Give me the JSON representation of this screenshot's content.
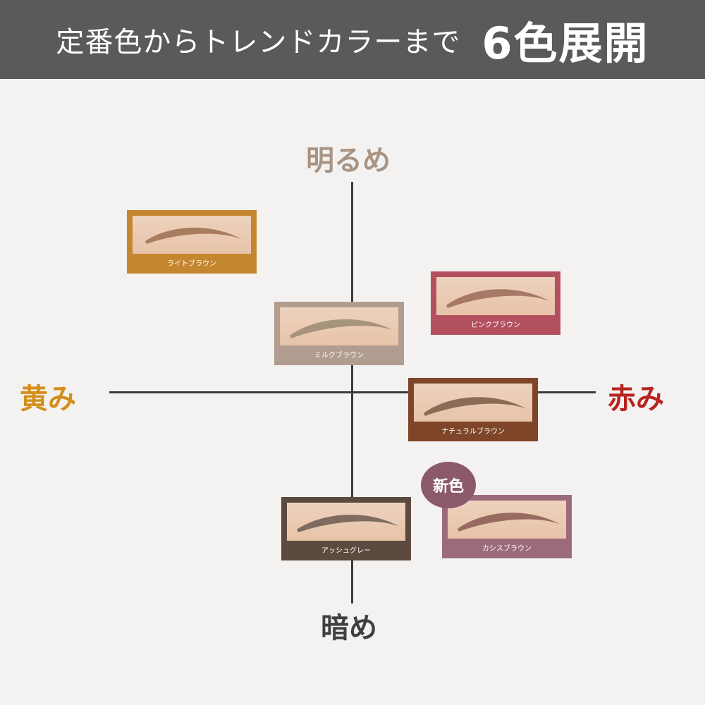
{
  "banner": {
    "subtitle": "定番色からトレンドカラーまで",
    "headline": "6色展開"
  },
  "axes": {
    "top": "明るめ",
    "bottom": "暗め",
    "left": "黄み",
    "right": "赤み",
    "colors": {
      "line": "#3a3a3a",
      "top": "#a99484",
      "bottom": "#3f3f3f",
      "left": "#d48e1a",
      "right": "#b8231f"
    }
  },
  "badge": {
    "label": "新色",
    "color": "#8a5a6a"
  },
  "shades": [
    {
      "name": "ライトブラウン",
      "frame_color": "#c4862e",
      "brow_color": "#9c6e4f"
    },
    {
      "name": "ピンクブラウン",
      "frame_color": "#b3505f",
      "brow_color": "#9a6a58"
    },
    {
      "name": "ミルクブラウン",
      "frame_color": "#b19d90",
      "brow_color": "#9a8a72"
    },
    {
      "name": "ナチュラルブラウン",
      "frame_color": "#7e4528",
      "brow_color": "#7a5a45"
    },
    {
      "name": "アッシュグレー",
      "frame_color": "#5c4a3e",
      "brow_color": "#6a5a50"
    },
    {
      "name": "カシスブラウン",
      "frame_color": "#9c6b7b",
      "brow_color": "#8a5a52"
    }
  ]
}
